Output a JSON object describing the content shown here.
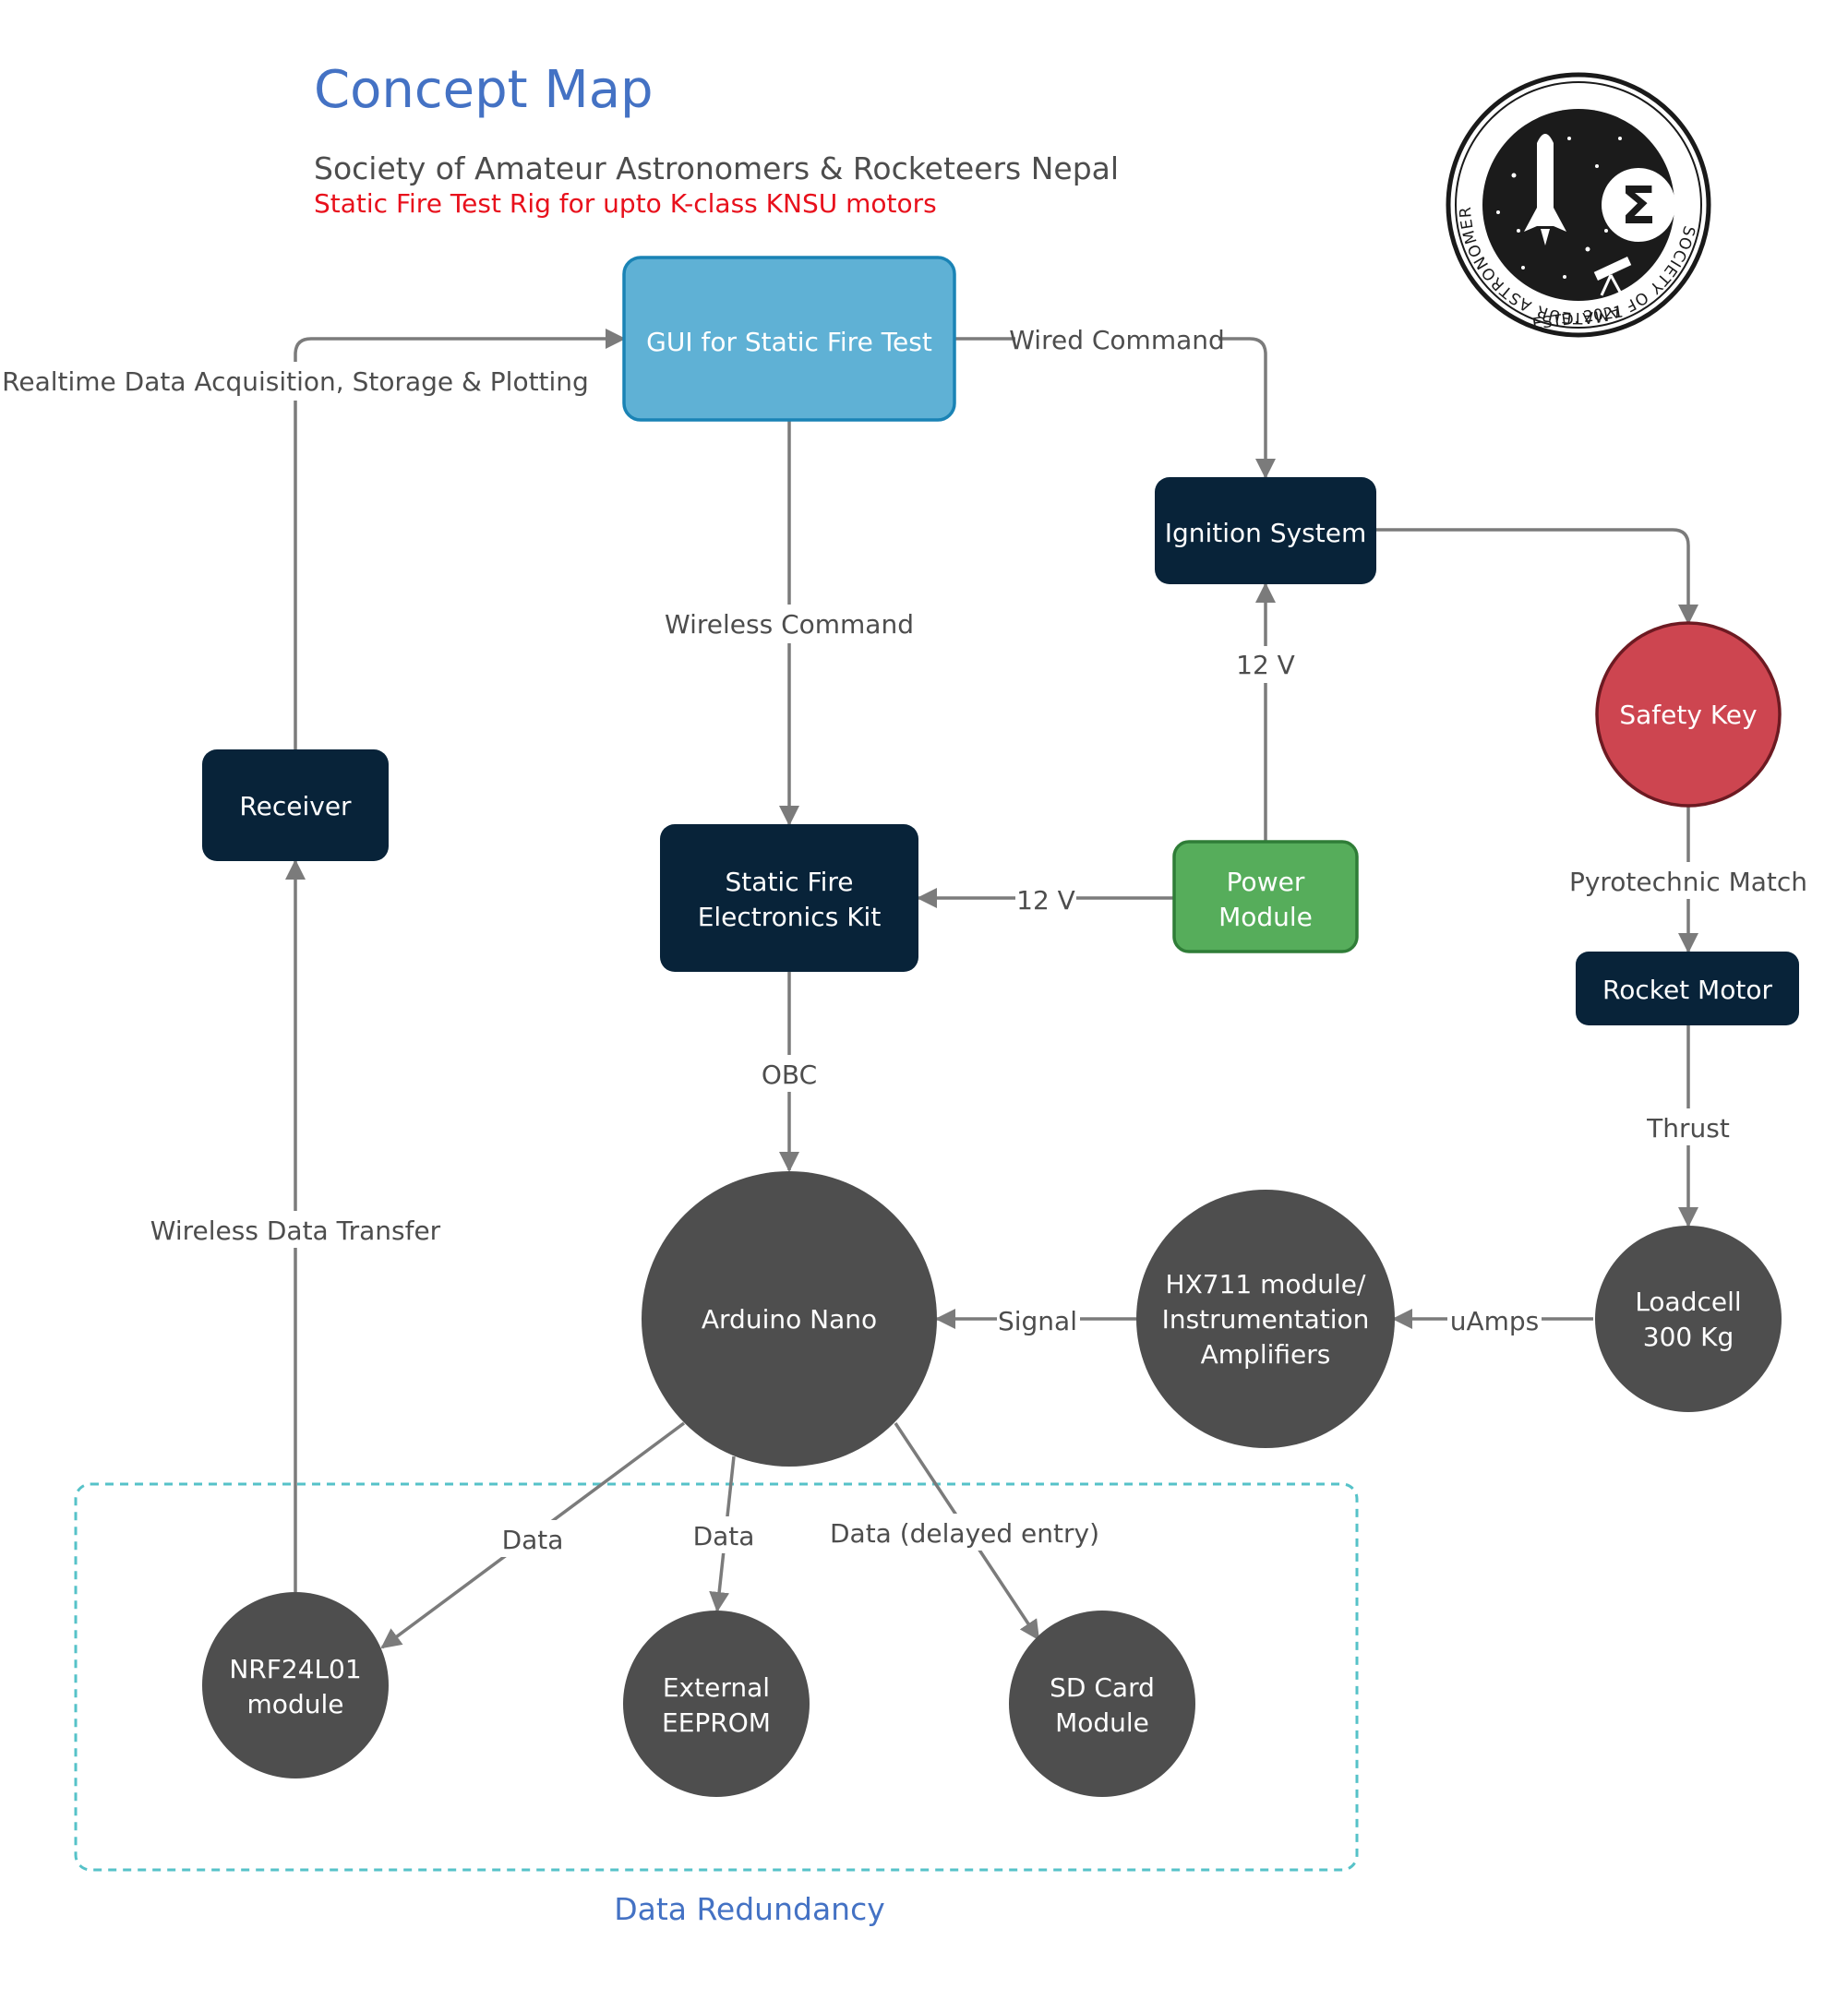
{
  "header": {
    "title": "Concept Map",
    "organization": "Society of Amateur Astronomers & Rocketeers Nepal",
    "subtitle": "Static Fire Test Rig for upto K-class KNSU motors"
  },
  "logo": {
    "ring_text": "SOCIETY OF AMATEUR ASTRONOMERS AND ROCKETEERS NEPAL",
    "estd": "ESTD. 2021",
    "symbol": "Σ"
  },
  "colors": {
    "title": "#4472c4",
    "subtitle_red": "#e8101c",
    "org_text": "#4d4d4d",
    "navy": "#082339",
    "gui_blue": "#5fb1d5",
    "gui_border": "#1a83b5",
    "power_green": "#56ad5b",
    "power_border": "#2f7d37",
    "safety_red": "#cd4550",
    "safety_border": "#6d1a22",
    "dark_circle": "#4e4e4e",
    "edge": "#7b7b7b",
    "dashed_box": "#56c2c8",
    "label": "#4d4d4d"
  },
  "nodes": {
    "gui": [
      "GUI for Static Fire Test"
    ],
    "ignition": [
      "Ignition System"
    ],
    "receiver": [
      "Receiver"
    ],
    "kit": [
      "Static Fire",
      "Electronics Kit"
    ],
    "power": [
      "Power",
      "Module"
    ],
    "safety": [
      "Safety Key"
    ],
    "motor": [
      "Rocket Motor"
    ],
    "arduino": [
      "Arduino Nano"
    ],
    "hx711": [
      "HX711 module/",
      "Instrumentation",
      "Amplifiers"
    ],
    "loadcell": [
      "Loadcell",
      "300 Kg"
    ],
    "nrf": [
      "NRF24L01",
      "module"
    ],
    "eeprom": [
      "External",
      "EEPROM"
    ],
    "sdcard": [
      "SD Card",
      "Module"
    ]
  },
  "edges": {
    "realtime": "Realtime Data Acquisition, Storage & Plotting",
    "wired": "Wired Command",
    "wireless_cmd": "Wireless Command",
    "v12_ignition": "12 V",
    "v12_kit": "12 V",
    "pyro": "Pyrotechnic Match",
    "thrust": "Thrust",
    "obc": "OBC",
    "signal": "Signal",
    "uamps": "uAmps",
    "wireless_data": "Wireless Data Transfer",
    "data_nrf": "Data",
    "data_eeprom": "Data",
    "data_sd": "Data (delayed entry)"
  },
  "group": {
    "label": "Data Redundancy"
  }
}
